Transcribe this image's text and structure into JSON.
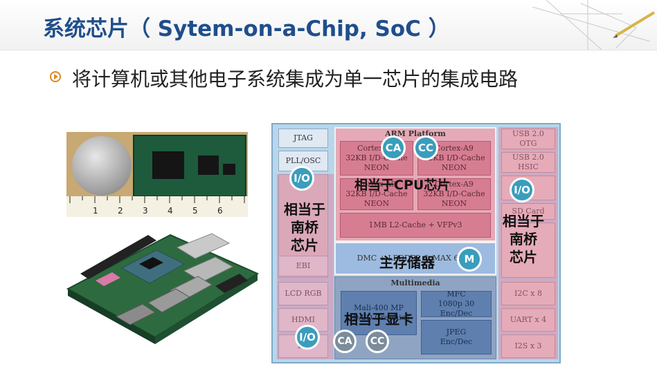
{
  "slide": {
    "title": "系统芯片（ Sytem-on-a-Chip, SoC ）",
    "bullet": "将计算机或其他电子系统集成为单一芯片的集成电路"
  },
  "board_photo": {
    "ruler_numbers": [
      "1",
      "2",
      "3",
      "4",
      "5",
      "6"
    ]
  },
  "diagram": {
    "left_blocks": [
      "JTAG",
      "PLL/OSC",
      "EBI",
      "LCD RGB",
      "HDMI",
      "DS"
    ],
    "right_blocks": [
      "USB 2.0\nOTG",
      "USB 2.0\nHSIC",
      "SD Card",
      "I2C x 8",
      "UART x 4",
      "I2S x 3"
    ],
    "cpu_header": "ARM Platform",
    "cpu_cores": [
      "Cortex-A9\n32KB I/D-Cache\nNEON",
      "Cortex-A9\n32KB I/D-Cache\nNEON",
      "Cortex-A9\n32KB I/D-Cache\nNEON",
      "Cortex-A9\n32KB I/D-Cache\nNEON"
    ],
    "l2_cache": "1MB L2-Cache + VFPv3",
    "memory_controller": "DMC + LPDDR2 & MAX 64bit",
    "multimedia_header": "Multimedia",
    "multimedia_blocks": [
      "Mali-400 MP\n3D/2D Graphics",
      "MFC\n1080p 30\nEnc/Dec",
      "JPEG\nEnc/Dec"
    ]
  },
  "overlays": {
    "cpu_label": "相当于CPU芯片",
    "south_bridge_left": "相当于\n南桥\n芯片",
    "south_bridge_right": "相当于\n南桥\n芯片",
    "memory_label": "主存储器",
    "gpu_label": "相当于显卡",
    "badge_ca": "CA",
    "badge_cc": "CC",
    "badge_io": "I/O",
    "badge_m": "M"
  },
  "colors": {
    "title": "#1f4e8c",
    "badge_blue": "#3a9dbc",
    "badge_gray": "#7b8c9a",
    "overlay_pink": "#e2789a"
  }
}
